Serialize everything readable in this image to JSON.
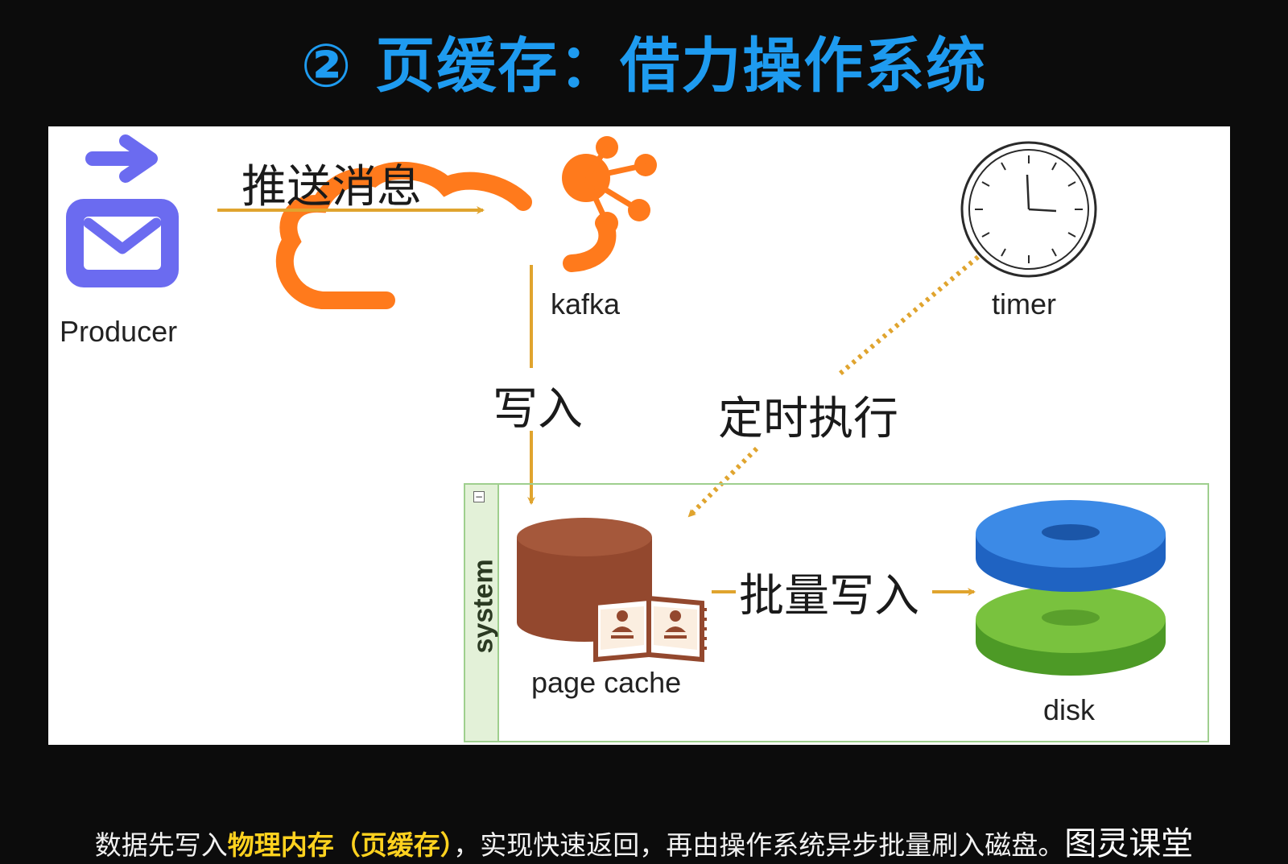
{
  "title": {
    "text": "② 页缓存：借力操作系统",
    "color": "#1e9bf0"
  },
  "diagram": {
    "producer_label": "Producer",
    "kafka_label": "kafka",
    "timer_label": "timer",
    "page_cache_label": "page cache",
    "disk_label": "disk",
    "system_label": "system",
    "collapse_glyph": "−",
    "edge_push": "推送消息",
    "edge_write": "写入",
    "edge_timer": "定时执行",
    "edge_batch": "批量写入",
    "arrow_color": "#e0a42e",
    "icons": [
      "arrow-right-icon",
      "envelope-icon",
      "kafka-cloud-icon",
      "clock-icon",
      "cylinder-icon",
      "book-icon",
      "disk-stack-icon"
    ]
  },
  "caption": {
    "part1": "数据先写入",
    "highlight": "物理内存（页缓存）",
    "part2": "，实现快速返回，再由操作系统异步批量刷入磁盘。",
    "brand": "图灵课堂"
  }
}
